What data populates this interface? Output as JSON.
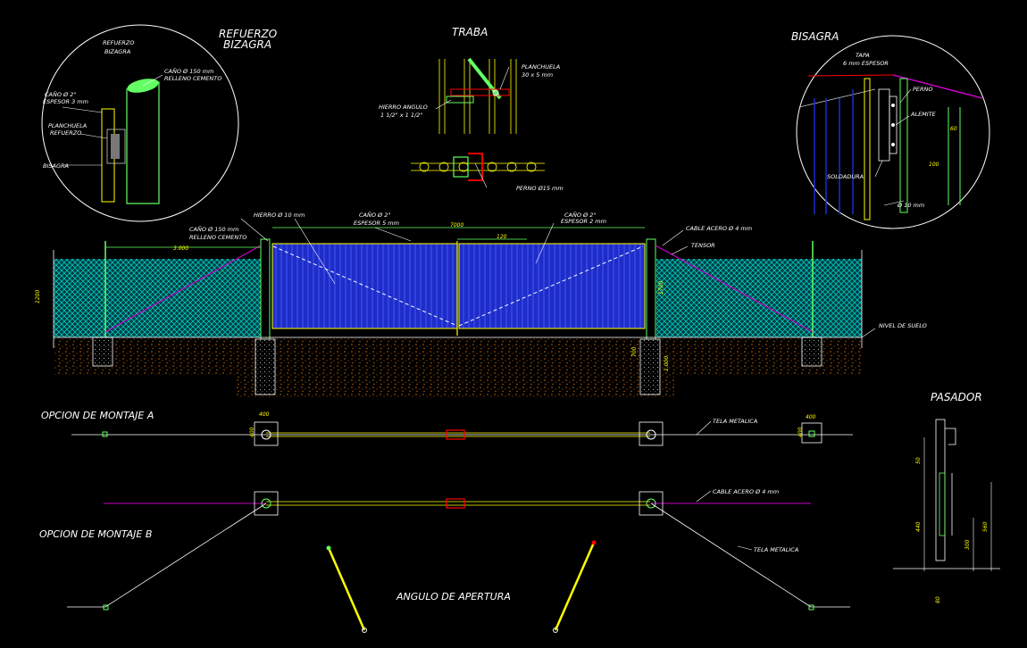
{
  "titles": {
    "refuerzo_bizagra": [
      "REFUERZO",
      "BIZAGRA"
    ],
    "traba": "TRABA",
    "bisagra": "BISAGRA",
    "pasador": "PASADOR",
    "opcion_a": "OPCION DE MONTAJE A",
    "opcion_b": "OPCION DE MONTAJE B",
    "angulo": "ANGULO DE APERTURA"
  },
  "labels": {
    "circle_left": {
      "title": [
        "REFUERZO",
        "BIZAGRA"
      ],
      "cano150": [
        "CAÑO Ø 150 mm",
        "RELLENO CEMENTO"
      ],
      "cano2": [
        "CAÑO Ø 2\"",
        "ESPESOR 3 mm"
      ],
      "planchuela": [
        "PLANCHUELA",
        "REFUERZO"
      ],
      "bisagra": "BISAGRA"
    },
    "traba": {
      "planchuela": [
        "PLANCHUELA",
        "30 x 5 mm"
      ],
      "hierro_angulo": [
        "HIERRO ANGULO",
        "1 1/2\" x 1 1/2\""
      ],
      "perno": "PERNO Ø15 mm"
    },
    "bisagra_detail": {
      "tapa": [
        "TAPA",
        "6 mm ESPESOR"
      ],
      "perno": "PERNO",
      "alemite": "ALEMITE",
      "soldadura": "SOLDADURA",
      "diam10": "Ø 10 mm",
      "dim_60": "60",
      "dim_100": "100"
    },
    "elevation": {
      "cano150": [
        "CAÑO Ø 150 mm",
        "RELLENO CEMENTO"
      ],
      "hierro10": "HIERRO Ø 10 mm",
      "cano2_5": [
        "CAÑO Ø 2\"",
        "ESPESOR 5 mm"
      ],
      "cano2_2": [
        "CAÑO Ø 2\"",
        "ESPESOR 2 mm"
      ],
      "cable": "CABLE ACERO Ø 4 mm",
      "tensor": "TENSOR",
      "nivel": "NIVEL DE SUELO",
      "dim_3000": "3.000",
      "dim_7000": "7000",
      "dim_120": "120",
      "dim_1200": "1200",
      "dim_1700": "1700",
      "dim_700": "700",
      "dim_1000": "1.000"
    },
    "plan": {
      "dim_400_a": "400",
      "dim_400_b": "400",
      "dim_400_c": "400",
      "dim_400_d": "400",
      "tela_a": "TELA METALICA",
      "cable_b": "CABLE ACERO Ø 4 mm",
      "tela_b": "TELA METALICA"
    },
    "pasador": {
      "dim_50": "50",
      "dim_440": "440",
      "dim_560": "560",
      "dim_300": "300",
      "dim_80": "80"
    }
  },
  "colors": {
    "background": "#000000",
    "fence_mesh": "#00c8c8",
    "gate_fill": "#1e2dc8",
    "soil": "#c86400",
    "cable": "#c800c8",
    "frame": "#ffff00",
    "hinge_green": "#64ff64",
    "latch_red": "#ff0000"
  }
}
